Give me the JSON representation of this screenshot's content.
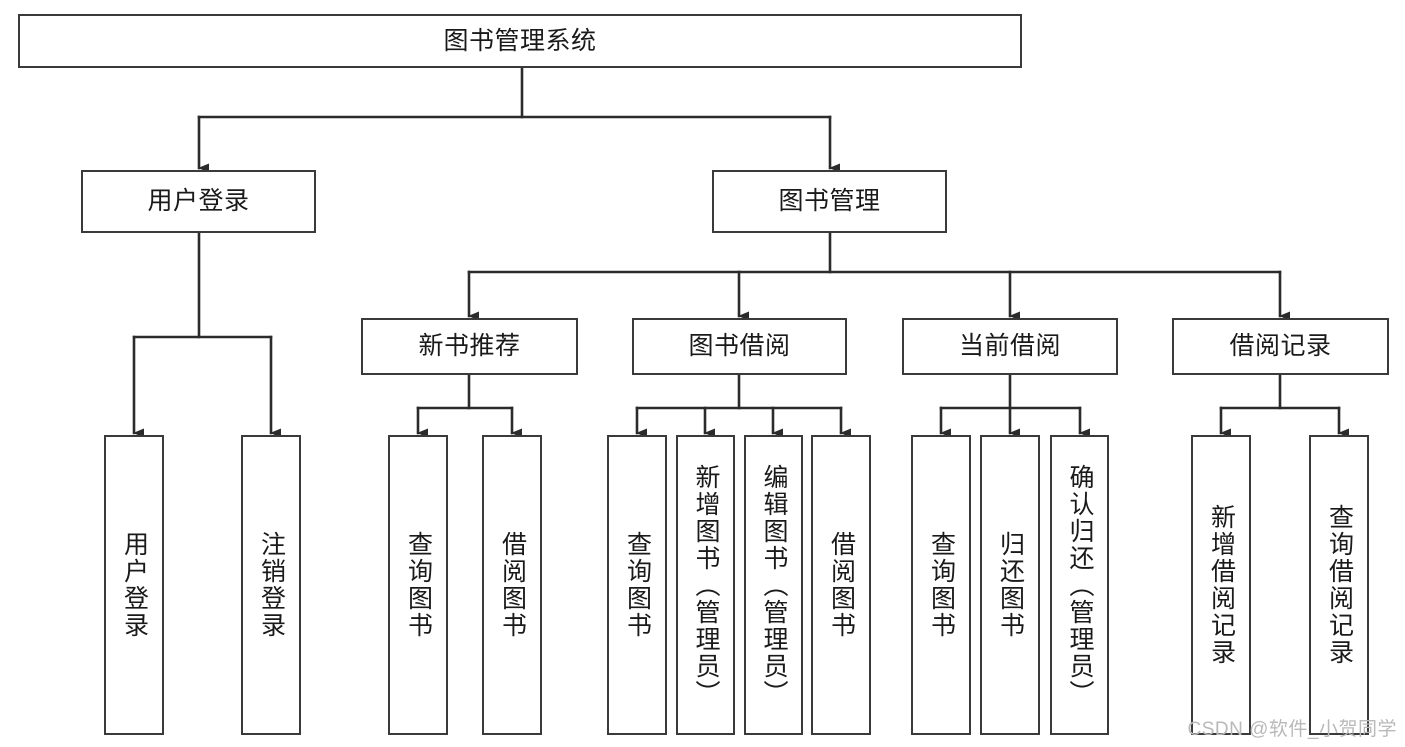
{
  "diagram": {
    "type": "tree-hierarchy-chart",
    "title": "图书管理系统",
    "watermark": "CSDN @软件_小贺同学",
    "colors": {
      "box_stroke": "#3a3a3a",
      "box_fill": "#ffffff",
      "connector": "#2b2b2b",
      "text": "#1a1a1a",
      "watermark": "#b9b9b9"
    },
    "levels": {
      "root": {
        "label": "图书管理系统"
      },
      "level2": [
        {
          "id": "user-login",
          "label": "用户登录"
        },
        {
          "id": "book-management",
          "label": "图书管理"
        }
      ],
      "level3": [
        {
          "id": "new-book-recommend",
          "label": "新书推荐",
          "parent": "book-management"
        },
        {
          "id": "book-borrow",
          "label": "图书借阅",
          "parent": "book-management"
        },
        {
          "id": "current-borrow",
          "label": "当前借阅",
          "parent": "book-management"
        },
        {
          "id": "borrow-record",
          "label": "借阅记录",
          "parent": "book-management"
        }
      ],
      "leaves": [
        {
          "id": "leaf-user-login",
          "label": "用户登录",
          "parent": "user-login"
        },
        {
          "id": "leaf-logout-login",
          "label": "注销登录",
          "parent": "user-login"
        },
        {
          "id": "leaf-query-book-1",
          "label": "查询图书",
          "parent": "new-book-recommend"
        },
        {
          "id": "leaf-borrow-book-1",
          "label": "借阅图书",
          "parent": "new-book-recommend"
        },
        {
          "id": "leaf-query-book-2",
          "label": "查询图书",
          "parent": "book-borrow"
        },
        {
          "id": "leaf-add-book",
          "label": "新增图书（管理员）",
          "parent": "book-borrow"
        },
        {
          "id": "leaf-edit-book",
          "label": "编辑图书（管理员）",
          "parent": "book-borrow"
        },
        {
          "id": "leaf-borrow-book-2",
          "label": "借阅图书",
          "parent": "book-borrow"
        },
        {
          "id": "leaf-query-book-3",
          "label": "查询图书",
          "parent": "current-borrow"
        },
        {
          "id": "leaf-return-book",
          "label": "归还图书",
          "parent": "current-borrow"
        },
        {
          "id": "leaf-confirm-return",
          "label": "确认归还（管理员）",
          "parent": "current-borrow"
        },
        {
          "id": "leaf-add-record",
          "label": "新增借阅记录",
          "parent": "borrow-record"
        },
        {
          "id": "leaf-query-record",
          "label": "查询借阅记录",
          "parent": "borrow-record"
        }
      ]
    }
  }
}
